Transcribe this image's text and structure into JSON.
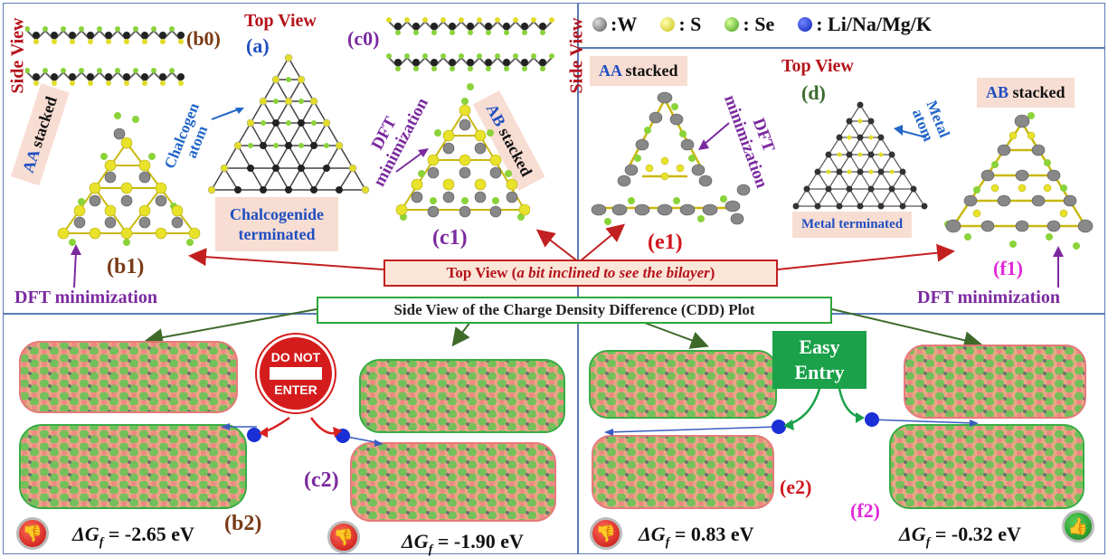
{
  "legend": {
    "items": [
      {
        "label": ":W",
        "color": "#777777"
      },
      {
        "label": ": S",
        "color": "#e8e22a"
      },
      {
        "label": ": Se",
        "color": "#6fd02c"
      },
      {
        "label": ": Li/Na/Mg/K",
        "color": "#1a2fd6"
      }
    ]
  },
  "labels": {
    "side_view": "Side View",
    "top_view": "Top View",
    "a": "(a)",
    "b0": "(b0)",
    "b1": "(b1)",
    "b2": "(b2)",
    "c0": "(c0)",
    "c1": "(c1)",
    "c2": "(c2)",
    "d": "(d)",
    "e1": "(e1)",
    "e2": "(e2)",
    "f1": "(f1)",
    "f2": "(f2)",
    "aa_stacked_pre": "AA",
    "aa_stacked_post": " stacked",
    "ab_stacked_pre": "AB",
    "ab_stacked_post": " stacked",
    "chalcogen_atom": "Chalcogen atom",
    "chalcogenide_terminated": "Chalcogenide terminated",
    "metal_atom": "Metal atom",
    "metal_terminated": "Metal terminated",
    "dft_minimization": "DFT minimization",
    "top_view_banner_pre": "Top View (",
    "top_view_banner_italic": "a bit inclined to see the bilayer",
    "top_view_banner_post": ")",
    "cdd_banner": "Side View of the Charge Density Difference (CDD) Plot",
    "do_not": "DO NOT",
    "enter": "ENTER",
    "easy_entry": "Easy Entry"
  },
  "energies": [
    {
      "prefix": "ΔG",
      "sub": "f",
      "value": " = -2.65 eV",
      "verdict": "thumbs-down"
    },
    {
      "prefix": "ΔG",
      "sub": "f",
      "value": " = -1.90 eV",
      "verdict": "thumbs-down"
    },
    {
      "prefix": "ΔG",
      "sub": "f",
      "value": " = 0.83 eV",
      "verdict": "thumbs-down"
    },
    {
      "prefix": "ΔG",
      "sub": "f",
      "value": " = -0.32 eV",
      "verdict": "thumbs-up"
    }
  ],
  "colors": {
    "frame": "#5a7bb7",
    "red_label": "#b5121b",
    "blue_label": "#1f4fc0",
    "purple_label": "#7b2a9f",
    "brown_label": "#7a3b16",
    "pink_label": "#e02ad8",
    "cdd_green": "#2ea83a",
    "cdd_red": "#e57373",
    "easy_entry_bg": "#1aa14a"
  }
}
